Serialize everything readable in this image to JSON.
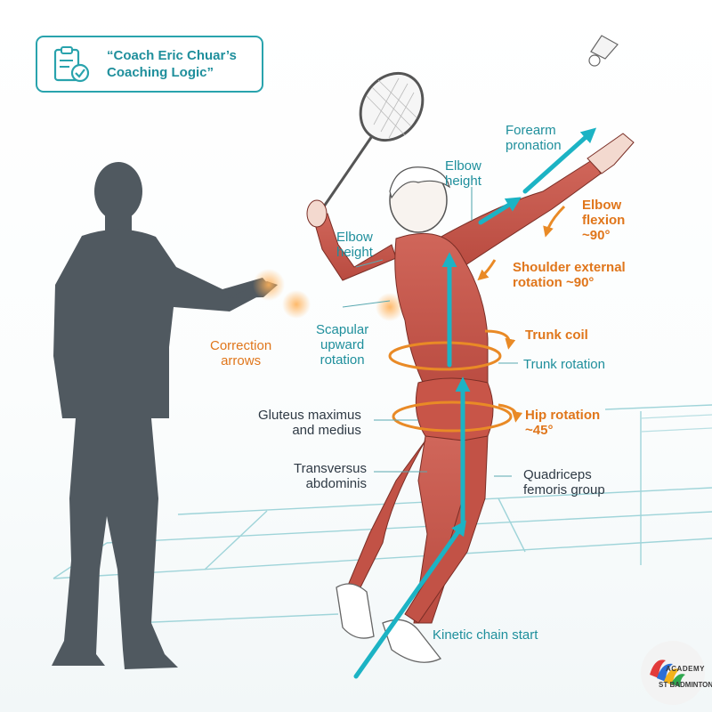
{
  "title": {
    "text_line1": "“Coach Eric Chuar’s",
    "text_line2": "Coaching Logic”",
    "icon": "clipboard-check-icon"
  },
  "labels": {
    "forearm_pronation": "Forearm\npronation",
    "elbow_height_top": "Elbow\nheight",
    "elbow_flexion": "Elbow\nflexion\n~90°",
    "elbow_height_left": "Elbow\nheight",
    "shoulder_external_rotation": "Shoulder external\nrotation ~90°",
    "correction_arrows": "Correction\narrows",
    "scapular_upward_rotation": "Scapular\nupward\nrotation",
    "trunk_coil": "Trunk coil",
    "trunk_rotation": "Trunk rotation",
    "gluteus": "Gluteus maximus\nand medius",
    "hip_rotation": "Hip rotation\n~45°",
    "transversus": "Transversus\nabdominis",
    "quadriceps": "Quadriceps\nfemoris group",
    "kinetic_chain_start": "Kinetic chain start"
  },
  "logo": {
    "line1": "ACADEMY",
    "line2": "ST BADMINTON"
  },
  "colors": {
    "teal": "#1f8f9c",
    "orange": "#e0761b",
    "muscle": "#c9594b",
    "silhouette": "#505960"
  },
  "icons": [
    "clipboard-check-icon",
    "shuttlecock-icon",
    "racket-icon",
    "academy-logo-icon"
  ]
}
